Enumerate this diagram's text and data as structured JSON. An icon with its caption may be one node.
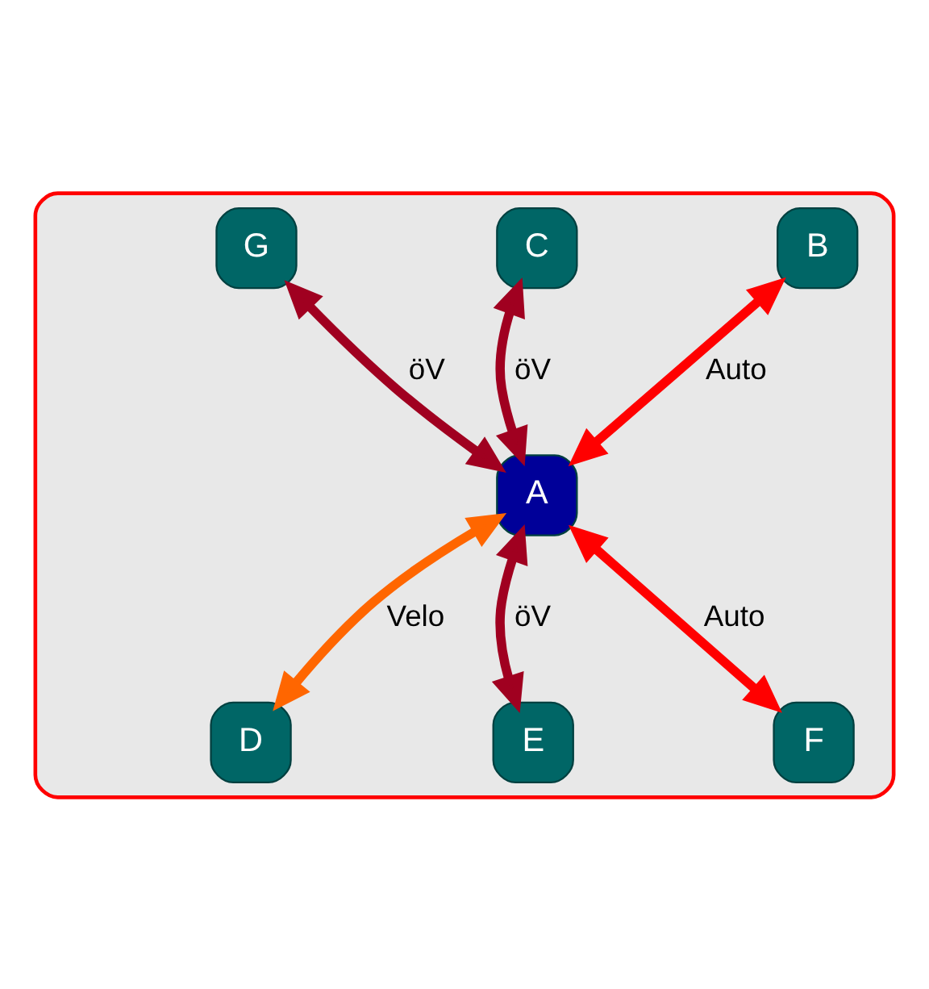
{
  "diagram": {
    "nodes": [
      {
        "text": [],
        "shape": "box"
      },
      {
        "text": [
          "A"
        ],
        "in": 0
      },
      {
        "text": [
          "B"
        ],
        "in": 0
      },
      {
        "text": [
          "C"
        ],
        "in": 0
      },
      {
        "text": [
          "G"
        ],
        "in": 0
      },
      {
        "text": [
          "D"
        ],
        "in": 0
      },
      {
        "text": [
          "E"
        ],
        "in": 0
      },
      {
        "text": [
          "F"
        ],
        "in": 0
      }
    ],
    "edges": [
      {
        "from": 1,
        "to": 2,
        "arrow": "both",
        "label": "Auto",
        "color": "#ff0000"
      },
      {
        "from": 1,
        "to": 3,
        "arrow": "both",
        "label": "öV"
      },
      {
        "from": 1,
        "to": 4,
        "arrow": "both",
        "label": "öV"
      },
      {
        "from": 1,
        "to": 5,
        "arrow": "both",
        "label": "Velo",
        "color": "#ff6600"
      },
      {
        "from": 1,
        "to": 6,
        "arrow": "both",
        "label": "öV"
      },
      {
        "from": 1,
        "to": 7,
        "arrow": "both",
        "label": "Auto",
        "color": "#ff0000"
      }
    ]
  }
}
